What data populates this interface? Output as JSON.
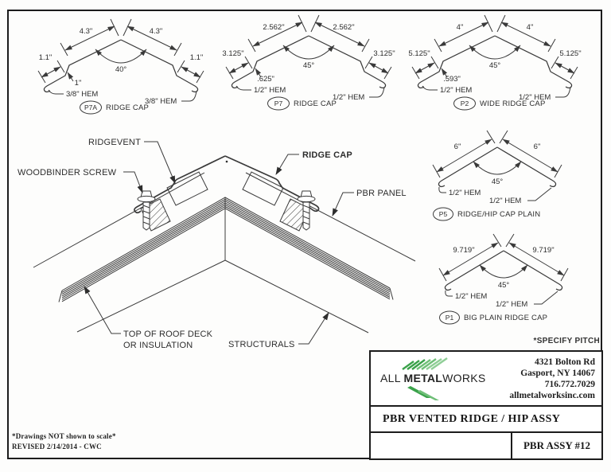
{
  "sheet": {
    "specify_pitch": "*SPECIFY PITCH",
    "note_line1": "*Drawings NOT shown to scale*",
    "note_line2": "REVISED 2/14/2014 - CWC"
  },
  "profiles": [
    {
      "id": "P7A",
      "name": "RIDGE CAP",
      "top_dim": "4.3\"",
      "side_dim": "1.1\"",
      "leg_dim": "1\"",
      "angle": "40°",
      "hem": "3/8\" HEM"
    },
    {
      "id": "P7",
      "name": "RIDGE CAP",
      "top_dim": "2.562\"",
      "side_dim": "3.125\"",
      "leg_dim": ".625\"",
      "angle": "45°",
      "hem": "1/2\" HEM"
    },
    {
      "id": "P2",
      "name": "WIDE RIDGE CAP",
      "top_dim": "4\"",
      "side_dim": "5.125\"",
      "leg_dim": ".593\"",
      "angle": "45°",
      "hem": "1/2\" HEM"
    },
    {
      "id": "P5",
      "name": "RIDGE/HIP CAP PLAIN",
      "top_dim": "6\"",
      "angle": "45°",
      "hem": "1/2\" HEM"
    },
    {
      "id": "P1",
      "name": "BIG PLAIN RIDGE CAP",
      "top_dim": "9.719\"",
      "angle": "45°",
      "hem": "1/2\" HEM"
    }
  ],
  "main_detail": {
    "labels": {
      "ridgevent": "RIDGEVENT",
      "woodbinder_screw": "WOODBINDER SCREW",
      "ridge_cap": "RIDGE CAP",
      "pbr_panel": "PBR PANEL",
      "roof_deck_line1": "TOP OF ROOF DECK",
      "roof_deck_line2": "OR INSULATION",
      "structurals": "STRUCTURALS"
    }
  },
  "title_block": {
    "company_pre": "ALL ",
    "company_bold": "METAL",
    "company_post": "WORKS",
    "address_line1": "4321 Bolton Rd",
    "address_line2": "Gasport, NY 14067",
    "phone": "716.772.7029",
    "website": "allmetalworksinc.com",
    "drawing_title": "PBR VENTED RIDGE / HIP ASSY",
    "sheet_number": "PBR ASSY #12"
  },
  "colors": {
    "line": "#3a3a3a",
    "green": "#3aa24a"
  }
}
